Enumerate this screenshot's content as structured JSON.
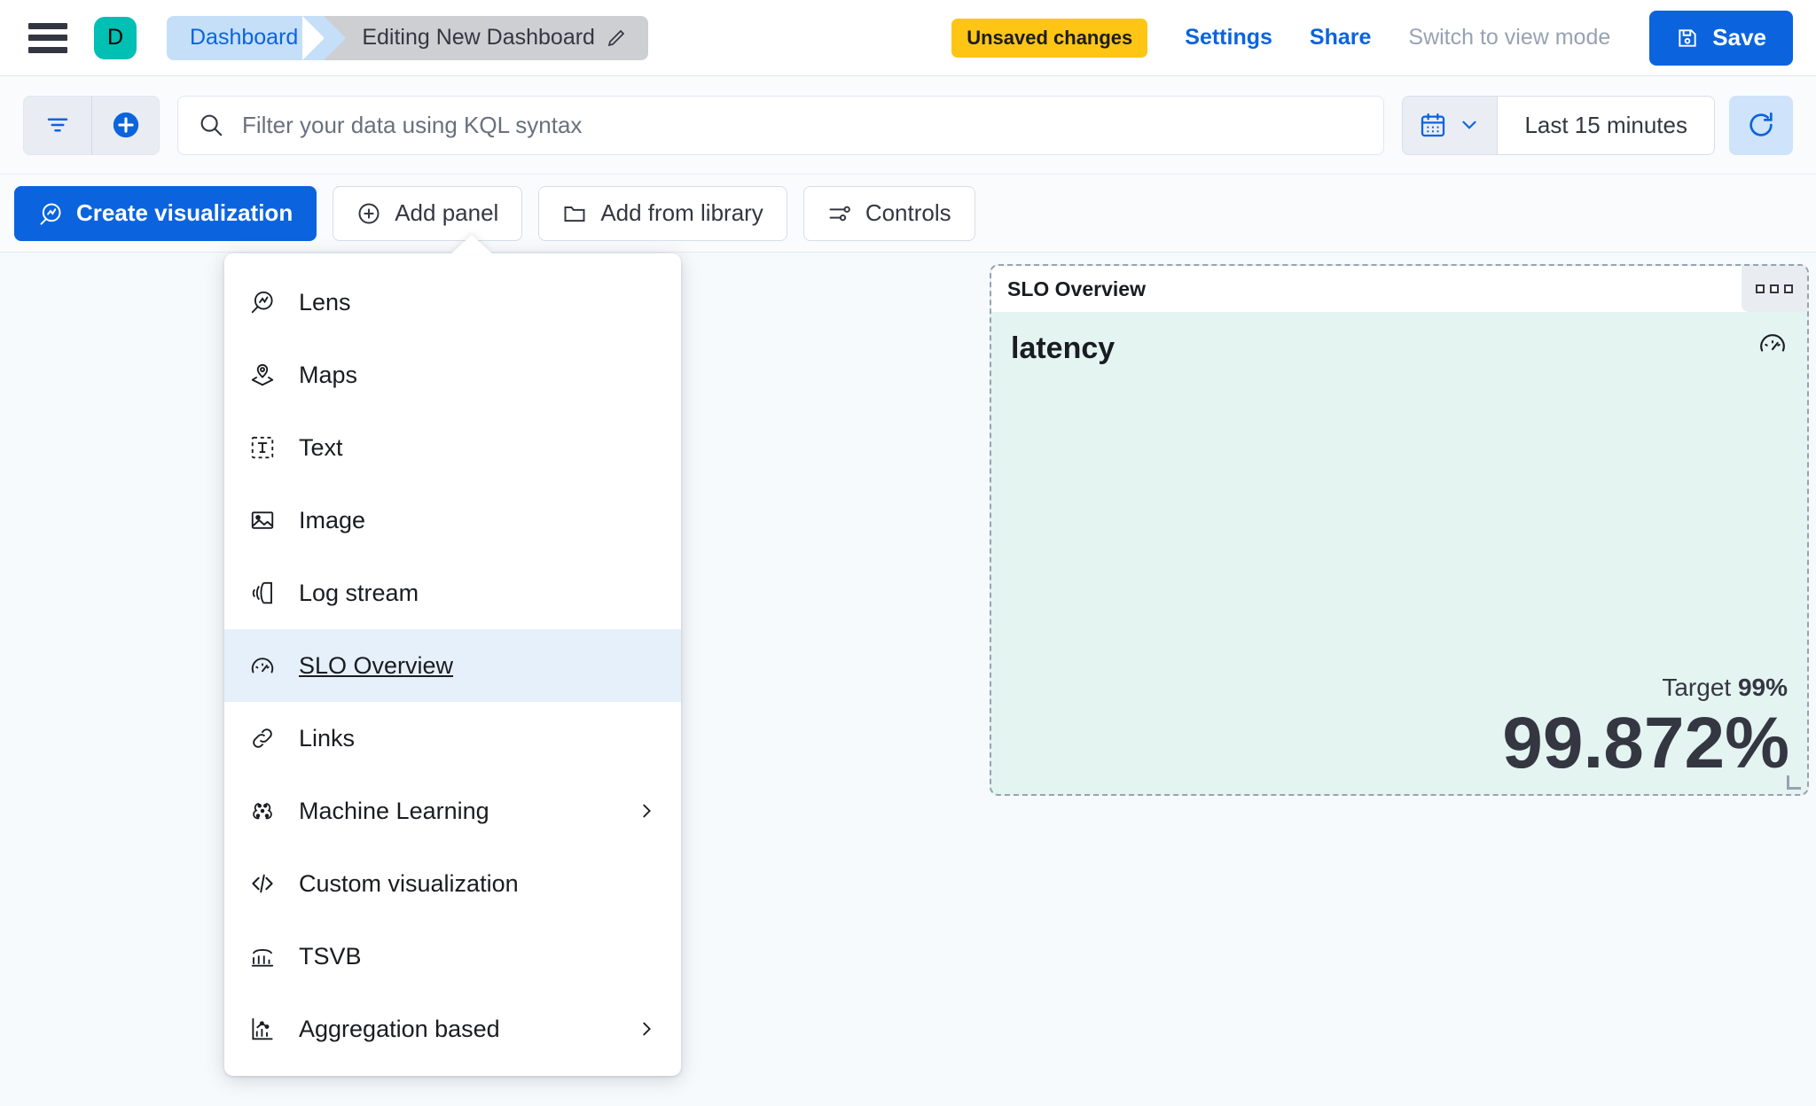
{
  "header": {
    "menu_icon": "hamburger-icon",
    "avatar_letter": "D",
    "breadcrumbs": [
      {
        "label": "Dashboard",
        "type": "link"
      },
      {
        "label": "Editing New Dashboard",
        "type": "current",
        "icon": "pencil-icon"
      }
    ],
    "unsaved_badge": "Unsaved changes",
    "settings_label": "Settings",
    "share_label": "Share",
    "view_mode_label": "Switch to view mode",
    "save_label": "Save",
    "save_icon": "save-disk-icon"
  },
  "querybar": {
    "filter_icon": "filter-icon",
    "add_filter_icon": "plus-circle-icon",
    "search_icon": "search-icon",
    "search_value": "",
    "search_placeholder": "Filter your data using KQL syntax",
    "calendar_icon": "calendar-icon",
    "chevron_icon": "chevron-down-icon",
    "time_range": "Last 15 minutes",
    "refresh_icon": "refresh-icon"
  },
  "toolbar": {
    "buttons": [
      {
        "label": "Create visualization",
        "icon": "lens-icon",
        "primary": true
      },
      {
        "label": "Add panel",
        "icon": "plus-circle-icon",
        "primary": false
      },
      {
        "label": "Add from library",
        "icon": "folder-icon",
        "primary": false
      },
      {
        "label": "Controls",
        "icon": "controls-icon",
        "primary": false
      }
    ]
  },
  "add_panel_menu": {
    "items": [
      {
        "label": "Lens",
        "icon": "lens-icon",
        "selected": false,
        "has_submenu": false
      },
      {
        "label": "Maps",
        "icon": "maps-pin-icon",
        "selected": false,
        "has_submenu": false
      },
      {
        "label": "Text",
        "icon": "text-box-icon",
        "selected": false,
        "has_submenu": false
      },
      {
        "label": "Image",
        "icon": "image-icon",
        "selected": false,
        "has_submenu": false
      },
      {
        "label": "Log stream",
        "icon": "log-stream-icon",
        "selected": false,
        "has_submenu": false
      },
      {
        "label": "SLO Overview",
        "icon": "gauge-icon",
        "selected": true,
        "has_submenu": false
      },
      {
        "label": "Links",
        "icon": "link-icon",
        "selected": false,
        "has_submenu": false
      },
      {
        "label": "Machine Learning",
        "icon": "machine-learning-icon",
        "selected": false,
        "has_submenu": true
      },
      {
        "label": "Custom visualization",
        "icon": "code-icon",
        "selected": false,
        "has_submenu": false
      },
      {
        "label": "TSVB",
        "icon": "tsvb-icon",
        "selected": false,
        "has_submenu": false
      },
      {
        "label": "Aggregation based",
        "icon": "aggregation-icon",
        "selected": false,
        "has_submenu": true
      }
    ]
  },
  "panel": {
    "title": "SLO Overview",
    "menu_icon": "panel-options-icon",
    "slo_name": "latency",
    "slo_icon": "gauge-icon",
    "target_label": "Target",
    "target_value": "99%",
    "sli_value": "99.872%",
    "background_color": "#e4f4f1",
    "resize_handle": "resize-handle-icon"
  }
}
